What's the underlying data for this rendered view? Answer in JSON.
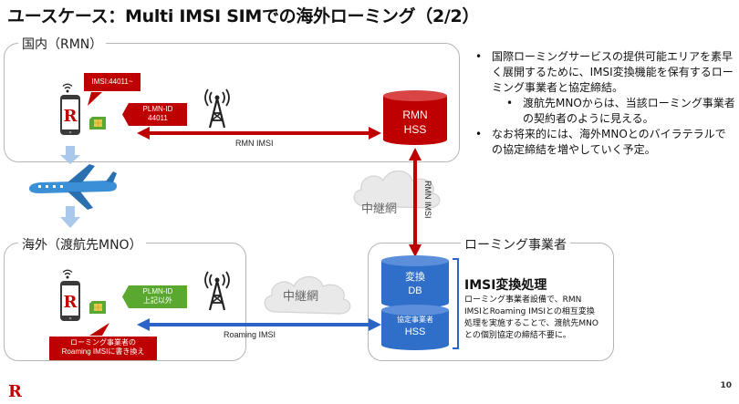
{
  "title": "ユースケース：Multi IMSI SIMでの海外ローミング（2/2）",
  "home_region": {
    "label": "国内（RMN）",
    "imsi_bubble": "IMSI:44011~",
    "plmn_tag": {
      "line1": "PLMN-ID",
      "line2": "44011"
    },
    "hss": {
      "line1": "RMN",
      "line2": "HSS"
    },
    "link_label": "RMN IMSI"
  },
  "vertical_link_label": "RMN IMSI",
  "relay_label_top": "中継網",
  "relay_label_bottom": "中継網",
  "visited_region": {
    "label": "海外（渡航先MNO）",
    "plmn_tag": {
      "line1": "PLMN-ID",
      "line2": "上記以外"
    },
    "rewrite_tag": {
      "line1": "ローミング事業者の",
      "line2": "Roaming IMSIに書き換え"
    },
    "link_label": "Roaming IMSI"
  },
  "roaming_operator": {
    "label": "ローミング事業者",
    "db": {
      "line1": "変換",
      "line2": "DB"
    },
    "hss": {
      "line1": "協定事業者",
      "line2": "HSS"
    }
  },
  "process": {
    "title": "IMSI変換処理",
    "desc": "ローミング事業者設備で、RMN IMSIとRoaming IMSIとの相互変換処理を実施することで、渡航先MNOとの個別協定の締結不要に。"
  },
  "bullets": [
    {
      "text": "国際ローミングサービスの提供可能エリアを素早く展開するために、IMSI変換機能を保有するローミング事業者と協定締結。",
      "level": 0
    },
    {
      "text": "渡航先MNOからは、当該ローミング事業者の契約者のように見える。",
      "level": 1
    },
    {
      "text": "なお将来的には、海外MNOとのバイラテラルでの協定締結を増やしていく予定。",
      "level": 0
    }
  ],
  "logo": "R",
  "page_number": "10",
  "colors": {
    "brand_red": "#bf0000",
    "db_blue": "#2f6fc9",
    "arrow_blue": "#2b63c7",
    "sim_green": "#5aa82f",
    "plane_blue": "#3b8fd6"
  },
  "icons": [
    "smartphone-icon",
    "sim-card-icon",
    "antenna-tower-icon",
    "cloud-icon",
    "airplane-icon",
    "database-icon"
  ]
}
